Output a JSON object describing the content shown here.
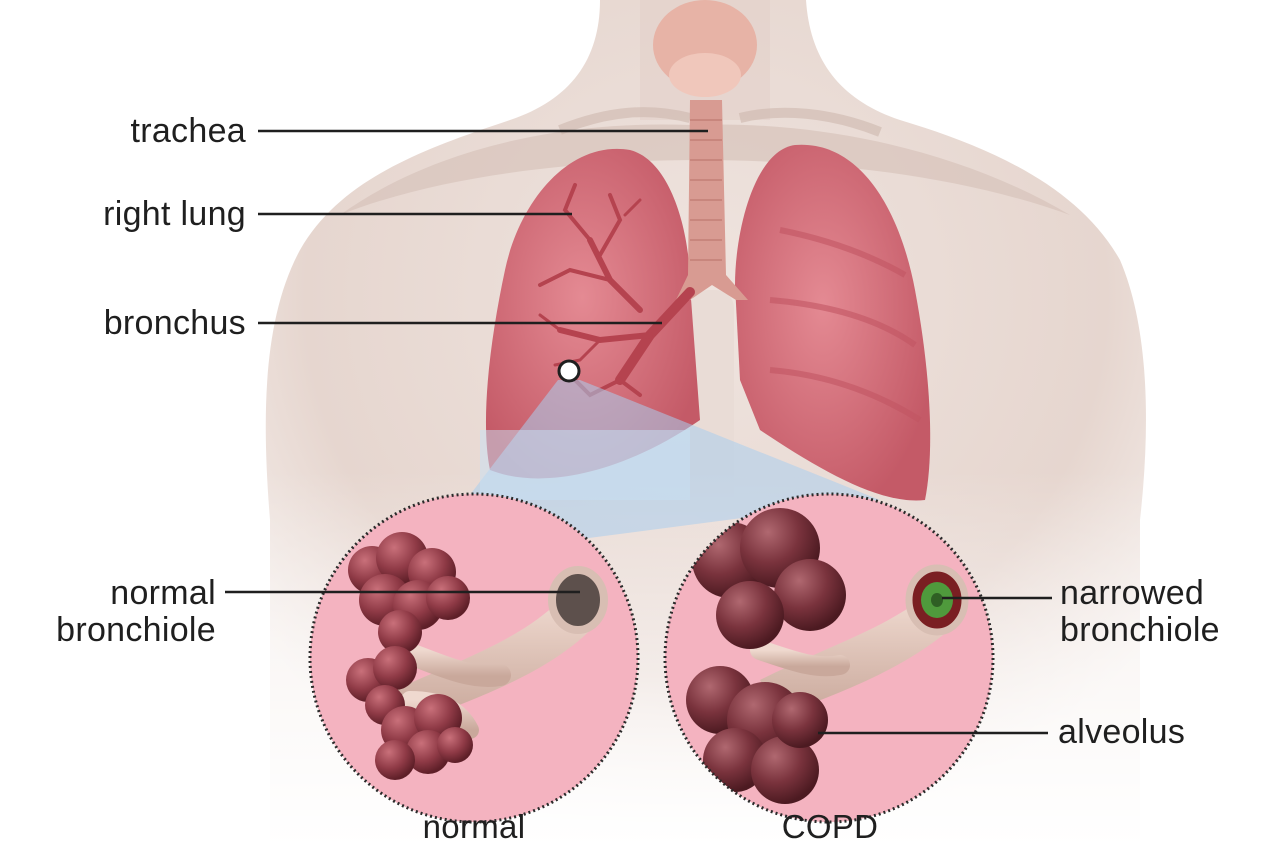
{
  "labels": {
    "trachea": "trachea",
    "right_lung": "right lung",
    "bronchus": "bronchus",
    "normal_bronchiole_line1": "normal",
    "normal_bronchiole_line2": "bronchiole",
    "narrowed_bronchiole_line1": "narrowed",
    "narrowed_bronchiole_line2": "bronchiole",
    "alveolus": "alveolus"
  },
  "captions": {
    "normal": "normal",
    "copd": "COPD"
  },
  "colors": {
    "skin": "#e9dcd6",
    "skin_shadow": "#d9c7bf",
    "lung": "#d9727d",
    "lung_dark": "#b8505d",
    "trachea": "#d99a94",
    "callout_bg": "#f4b1bf",
    "alveoli": "#8e3a45",
    "magnifier": "#b9d6ee",
    "mucus": "#4f9a3c"
  }
}
